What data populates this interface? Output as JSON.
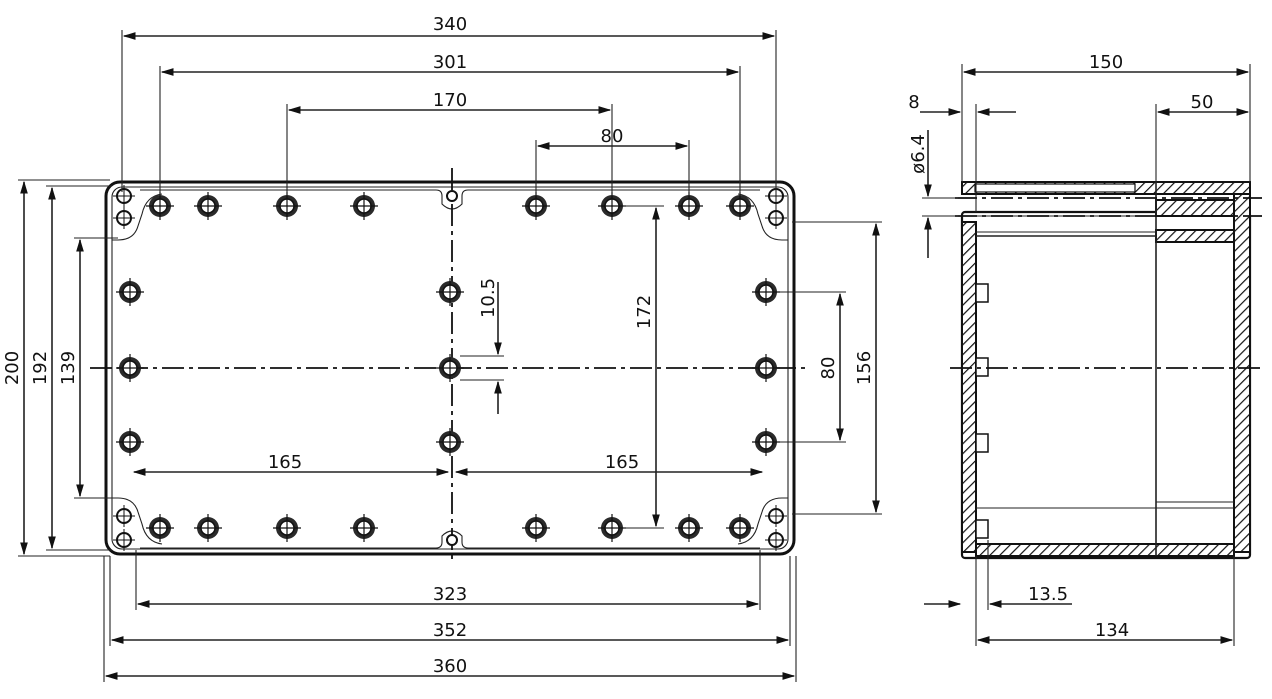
{
  "front_view": {
    "dims": {
      "d340": "340",
      "d301": "301",
      "d170": "170",
      "d80_top": "80",
      "d200": "200",
      "d192": "192",
      "d139": "139",
      "d10_5": "10.5",
      "d172": "172",
      "d80_right": "80",
      "d156": "156",
      "d165_left": "165",
      "d165_right": "165",
      "d323": "323",
      "d352": "352",
      "d360": "360"
    }
  },
  "side_view": {
    "dims": {
      "d150": "150",
      "d8": "8",
      "d50": "50",
      "d6_4": "ø6.4",
      "d13_5": "13.5",
      "d134": "134"
    }
  }
}
